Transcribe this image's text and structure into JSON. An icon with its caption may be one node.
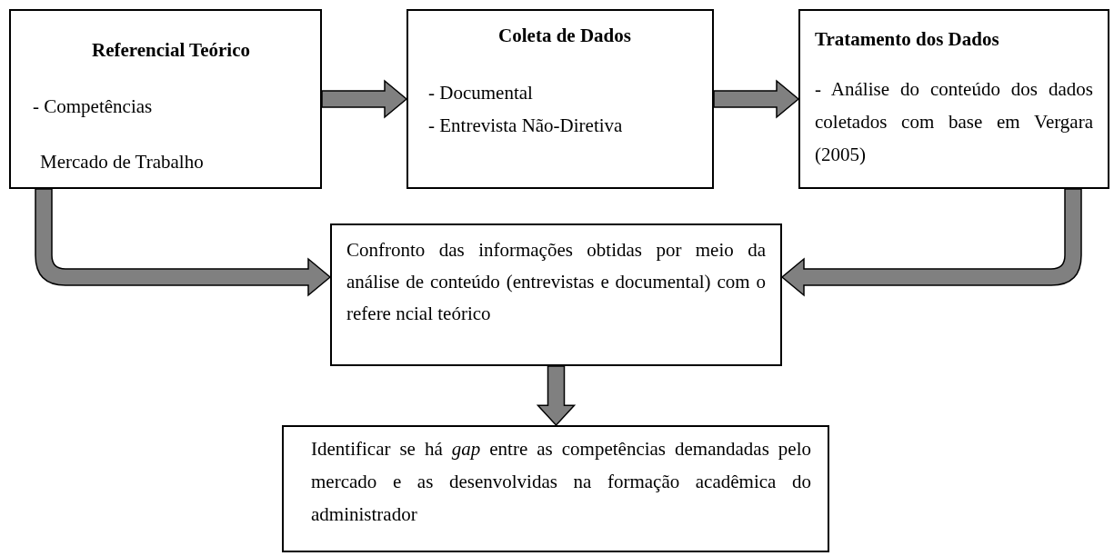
{
  "diagram": {
    "nodes": [
      {
        "text": [
          "Referencial Teórico",
          "- Competências",
          "Mercado de Trabalho"
        ]
      },
      {
        "text": [
          "Coleta de Dados",
          "- Documental",
          "- Entrevista Não-Diretiva"
        ]
      },
      {
        "text": [
          "Tratamento dos Dados",
          "- Análise do conteúdo dos dados coletados com base em Vergara (2005)"
        ]
      },
      {
        "text": [
          "Confronto das informações obtidas por meio da análise de conteúdo (entrevistas e documental) com o refere ncial teórico"
        ]
      },
      {
        "text": [
          "Identificar se há *gap* entre as competências demandadas pelo mercado e as desenvolvidas na formação acadêmica do administrador"
        ]
      }
    ],
    "edges": [
      {
        "from": 0,
        "to": 1,
        "arrow": "to"
      },
      {
        "from": 1,
        "to": 2,
        "arrow": "to"
      },
      {
        "from": 0,
        "to": 3,
        "arrow": "to"
      },
      {
        "from": 2,
        "to": 3,
        "arrow": "to"
      },
      {
        "from": 3,
        "to": 4,
        "arrow": "to"
      }
    ]
  }
}
